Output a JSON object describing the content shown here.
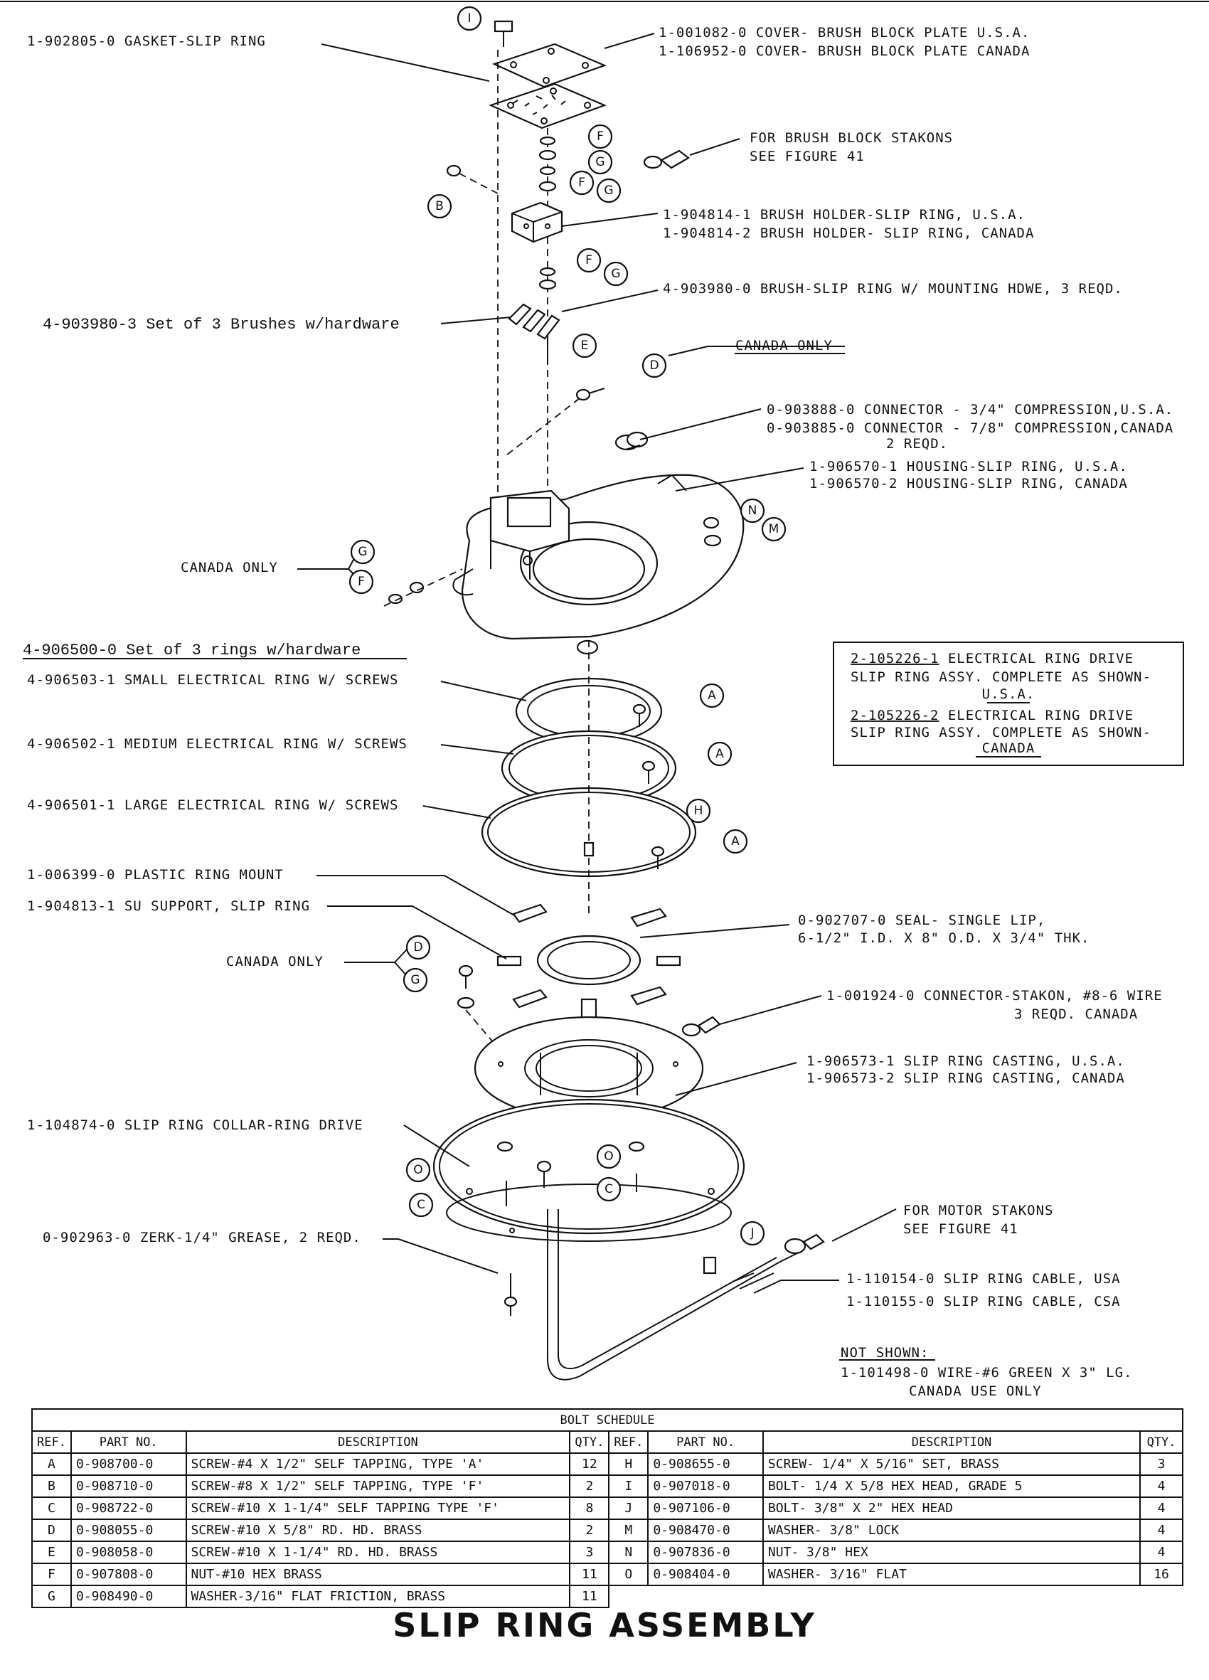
{
  "callouts": {
    "gasket": "1-902805-0 GASKET-SLIP RING",
    "cover_usa": "1-001082-0 COVER- BRUSH BLOCK PLATE U.S.A.",
    "cover_can": "1-106952-0 COVER- BRUSH BLOCK PLATE CANADA",
    "stakons_1": "FOR BRUSH BLOCK STAKONS",
    "stakons_2": "SEE FIGURE 41",
    "brush_holder_usa": "1-904814-1 BRUSH HOLDER-SLIP RING, U.S.A.",
    "brush_holder_can": "1-904814-2 BRUSH HOLDER- SLIP RING, CANADA",
    "brush": "4-903980-0 BRUSH-SLIP RING W/ MOUNTING HDWE, 3 REQD.",
    "brush_set": "4-903980-3 Set of 3 Brushes w/hardware",
    "canada_only_1": "CANADA ONLY",
    "connector_usa": "0-903888-0 CONNECTOR - 3/4\" COMPRESSION,U.S.A.",
    "connector_can": "0-903885-0 CONNECTOR - 7/8\" COMPRESSION,CANADA",
    "connector_qty": "2 REQD.",
    "housing_usa": "1-906570-1 HOUSING-SLIP RING, U.S.A.",
    "housing_can": "1-906570-2 HOUSING-SLIP RING, CANADA",
    "canada_only_2": "CANADA ONLY",
    "ring_set": "4-906500-0 Set of 3 rings w/hardware",
    "ring_small": "4-906503-1 SMALL ELECTRICAL RING W/ SCREWS",
    "ring_medium": "4-906502-1 MEDIUM ELECTRICAL RING W/ SCREWS",
    "ring_large": "4-906501-1 LARGE ELECTRICAL RING W/ SCREWS",
    "plastic_mount": "1-006399-0 PLASTIC RING MOUNT",
    "su_support": "1-904813-1 SU SUPPORT, SLIP RING",
    "canada_only_3": "CANADA ONLY",
    "seal_1": "0-902707-0 SEAL- SINGLE LIP,",
    "seal_2": "6-1/2\" I.D. X 8\" O.D. X 3/4\" THK.",
    "stakon_1": "1-001924-0 CONNECTOR-STAKON, #8-6 WIRE",
    "stakon_2": "3 REQD. CANADA",
    "casting_usa": "1-906573-1 SLIP RING CASTING, U.S.A.",
    "casting_can": "1-906573-2 SLIP RING CASTING, CANADA",
    "collar": "1-104874-0 SLIP RING COLLAR-RING DRIVE",
    "motor_stakons_1": "FOR MOTOR STAKONS",
    "motor_stakons_2": "SEE FIGURE 41",
    "zerk": "0-902963-0 ZERK-1/4\" GREASE, 2 REQD.",
    "cable_usa": "1-110154-0 SLIP RING CABLE, USA",
    "cable_csa": "1-110155-0 SLIP RING CABLE, CSA",
    "not_shown_title": "NOT SHOWN:",
    "not_shown_1": "1-101498-0 WIRE-#6 GREEN X 3\" LG.",
    "not_shown_2": "CANADA USE ONLY"
  },
  "assembly_box": {
    "line1_pn": "2-105226-1",
    "line1_rest": " ELECTRICAL RING DRIVE",
    "line2": "SLIP RING ASSY. COMPLETE AS SHOWN-",
    "line3": "U.S.A.",
    "line4_pn": "2-105226-2",
    "line4_rest": " ELECTRICAL RING DRIVE",
    "line5": "SLIP RING ASSY. COMPLETE AS SHOWN-",
    "line6": "CANADA"
  },
  "refs": {
    "I": "I",
    "F": "F",
    "G": "G",
    "B": "B",
    "E": "E",
    "D": "D",
    "N": "N",
    "M": "M",
    "A": "A",
    "H": "H",
    "O": "O",
    "C": "C",
    "J": "J"
  },
  "bolt_schedule": {
    "title": "BOLT SCHEDULE",
    "headers": [
      "REF.",
      "PART NO.",
      "DESCRIPTION",
      "QTY."
    ],
    "left": [
      [
        "A",
        "0-908700-0",
        "SCREW-#4 X 1/2\" SELF TAPPING, TYPE 'A'",
        "12"
      ],
      [
        "B",
        "0-908710-0",
        "SCREW-#8 X 1/2\" SELF TAPPING, TYPE 'F'",
        "2"
      ],
      [
        "C",
        "0-908722-0",
        "SCREW-#10 X 1-1/4\" SELF TAPPING TYPE 'F'",
        "8"
      ],
      [
        "D",
        "0-908055-0",
        "SCREW-#10 X 5/8\" RD. HD. BRASS",
        "2"
      ],
      [
        "E",
        "0-908058-0",
        "SCREW-#10 X 1-1/4\" RD. HD. BRASS",
        "3"
      ],
      [
        "F",
        "0-907808-0",
        "NUT-#10 HEX BRASS",
        "11"
      ],
      [
        "G",
        "0-908490-0",
        "WASHER-3/16\" FLAT FRICTION, BRASS",
        "11"
      ]
    ],
    "right": [
      [
        "H",
        "0-908655-0",
        "SCREW- 1/4\" X 5/16\" SET, BRASS",
        "3"
      ],
      [
        "I",
        "0-907018-0",
        "BOLT- 1/4 X 5/8 HEX HEAD, GRADE 5",
        "4"
      ],
      [
        "J",
        "0-907106-0",
        "BOLT- 3/8\" X 2\" HEX HEAD",
        "4"
      ],
      [
        "M",
        "0-908470-0",
        "WASHER- 3/8\" LOCK",
        "4"
      ],
      [
        "N",
        "0-907836-0",
        "NUT- 3/8\" HEX",
        "4"
      ],
      [
        "O",
        "0-908404-0",
        "WASHER- 3/16\" FLAT",
        "16"
      ]
    ]
  },
  "page_title": "SLIP RING ASSEMBLY"
}
